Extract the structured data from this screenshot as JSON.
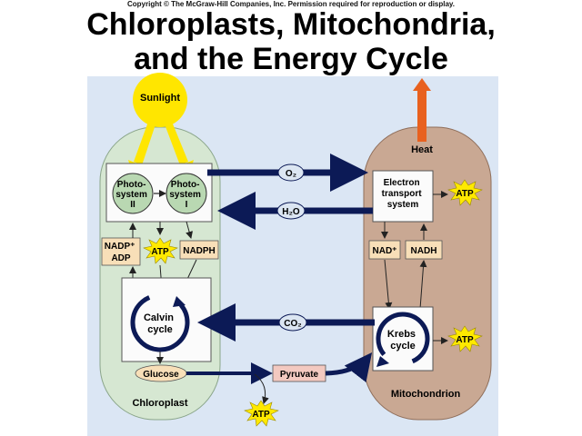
{
  "copyright": "Copyright © The McGraw-Hill Companies, Inc. Permission required for reproduction or display.",
  "title_line1": "Chloroplasts, Mitochondria,",
  "title_line2": "and the Energy Cycle",
  "labels": {
    "sunlight": "Sunlight",
    "heat": "Heat",
    "chloroplast": "Chloroplast",
    "mitochondrion": "Mitochondrion",
    "photosystem_ii": [
      "Photo-",
      "system",
      "II"
    ],
    "photosystem_i": [
      "Photo-",
      "system",
      "I"
    ],
    "electron_transport": [
      "Electron",
      "transport",
      "system"
    ],
    "nadp_adp": [
      "NADP⁺",
      "ADP"
    ],
    "atp": "ATP",
    "nadph": "NADPH",
    "nad": "NAD⁺",
    "nadh": "NADH",
    "calvin": [
      "Calvin",
      "cycle"
    ],
    "krebs": [
      "Krebs",
      "cycle"
    ],
    "glucose": "Glucose",
    "pyruvate": "Pyruvate",
    "o2": "O₂",
    "h2o": "H₂O",
    "co2": "CO₂"
  },
  "colors": {
    "panel_bg": "#dbe6f4",
    "chloroplast_fill": "#d6e7d2",
    "mitochondrion_fill": "#c9a893",
    "box_fill": "#fbfbfb",
    "photosystem_fill": "#b9d8b2",
    "cofactor_fill": "#f8dfb8",
    "molecule_fill": "#dce6f2",
    "arrow_dark": "#0c1a56",
    "sun_yellow": "#ffe600",
    "heat_orange": "#e8611f",
    "atp_yellow": "#ffe900"
  }
}
